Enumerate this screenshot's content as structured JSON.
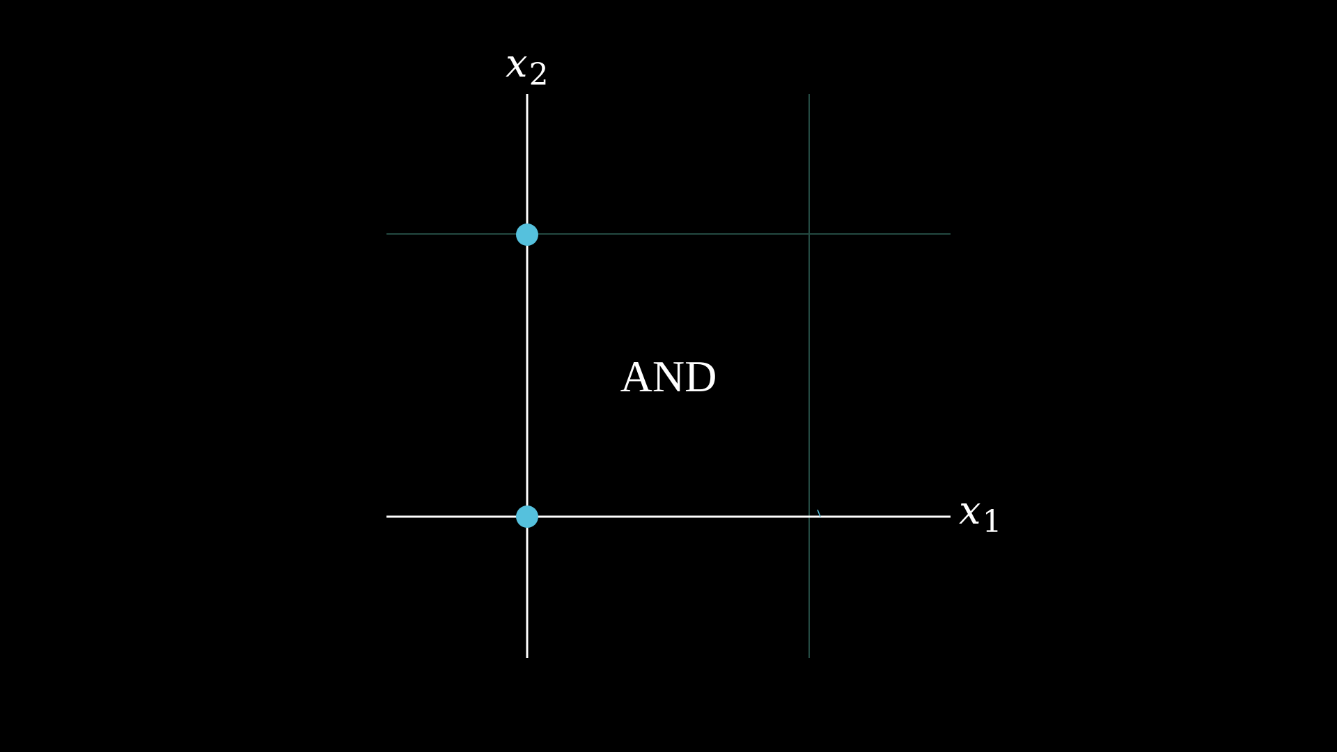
{
  "diagram": {
    "label": "AND",
    "axes": {
      "x": {
        "var": "x",
        "sub": "1"
      },
      "y": {
        "var": "x",
        "sub": "2"
      }
    },
    "colors": {
      "background": "#000000",
      "axis": "#ffffff",
      "grid": "#244a42",
      "point": "#55c1dd",
      "text": "#ffffff"
    },
    "points": [
      {
        "x1": 0,
        "x2": 1
      },
      {
        "x1": 0,
        "x2": 0
      }
    ]
  }
}
